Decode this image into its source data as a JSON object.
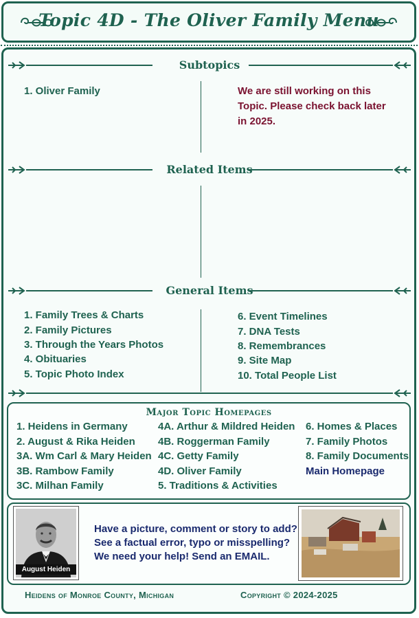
{
  "header": {
    "title": "Topic 4D - The Oliver Family Menu",
    "ornament_icon": "scroll-ornament-icon"
  },
  "subtopics": {
    "heading": "Subtopics",
    "items": [
      "1. Oliver Family"
    ],
    "notice_lines": [
      "We are still working on this",
      "Topic. Please check back later",
      "in 2025."
    ]
  },
  "related": {
    "heading": "Related Items"
  },
  "general": {
    "heading": "General Items",
    "left_items": [
      "1. Family Trees & Charts",
      "2. Family Pictures",
      "3. Through the Years Photos",
      "4. Obituaries",
      "5. Topic Photo Index"
    ],
    "right_items": [
      "6. Event Timelines",
      "7. DNA Tests",
      "8. Remembrances",
      "9. Site Map",
      "10. Total People List"
    ]
  },
  "major": {
    "heading": "Major Topic Homepages",
    "col1": [
      "1.   Heidens in Germany",
      "2.   August & Rika Heiden",
      "3A. Wm Carl & Mary Heiden",
      "3B. Rambow Family",
      "3C. Milhan Family"
    ],
    "col2": [
      "4A. Arthur & Mildred Heiden",
      "4B. Roggerman Family",
      "4C. Getty Family",
      "4D. Oliver Family",
      "5.   Traditions & Activities"
    ],
    "col3": [
      "6. Homes & Places",
      "7. Family Photos",
      "8. Family Documents"
    ],
    "main_homepage": "Main Homepage"
  },
  "help": {
    "photo_caption": "August Heiden",
    "lines": [
      "Have a picture, comment or story to add?",
      "See a factual error, typo or misspelling?",
      "We need your help! Send an EMAIL."
    ]
  },
  "footer": {
    "site_name": "Heidens of Monroe County, Michigan",
    "copyright": "Copyright © 2024-2025"
  },
  "colors": {
    "accent": "#1f6250",
    "notice": "#7a1230",
    "link_blue": "#1a2a6e"
  }
}
